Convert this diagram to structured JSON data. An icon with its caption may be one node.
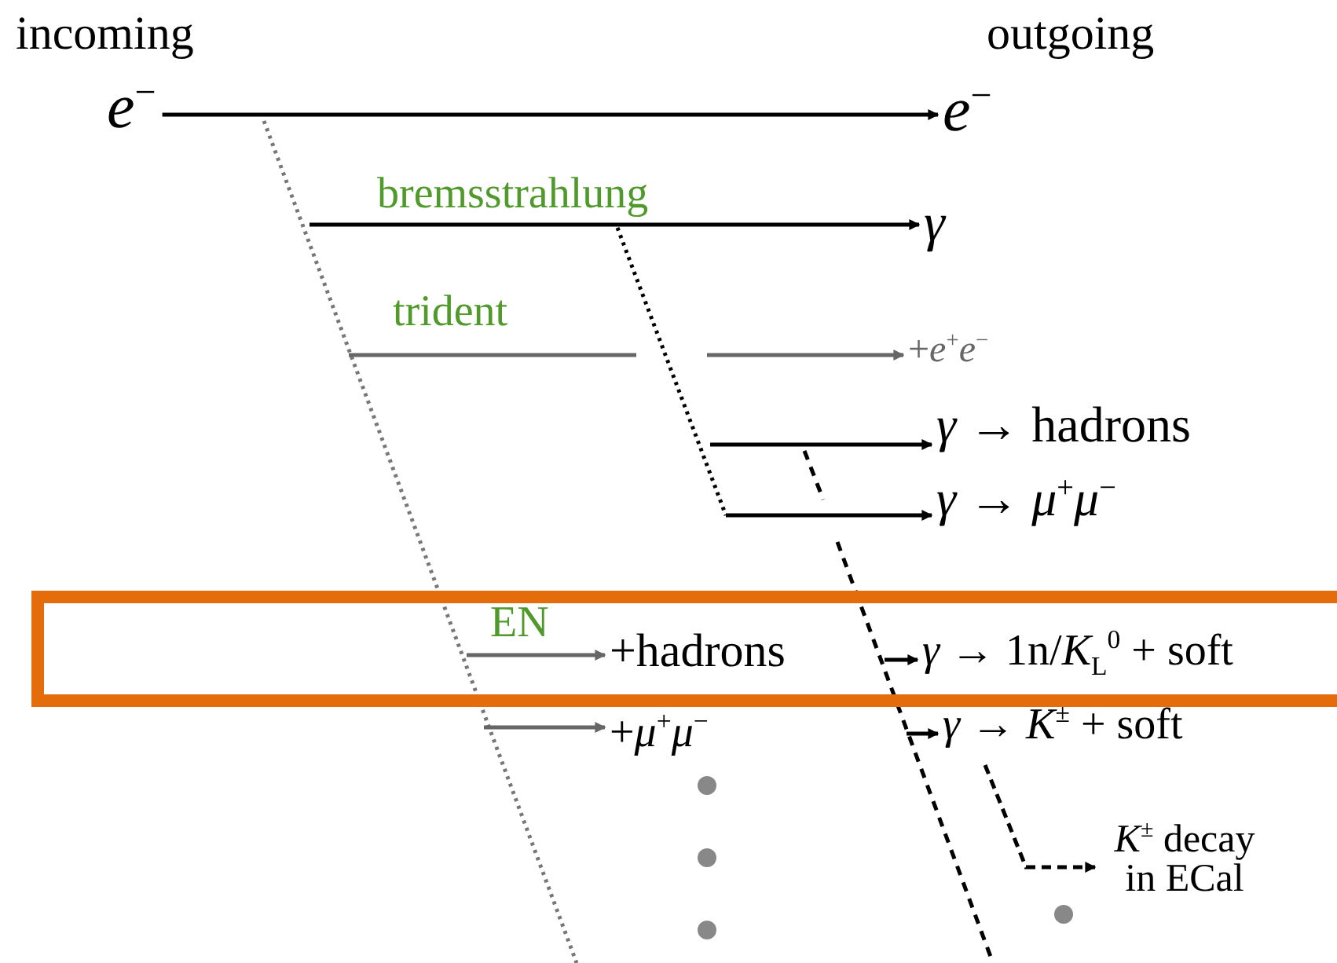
{
  "diagram": {
    "nodes": [
      {
        "text": [
          "*e*$^{−}$"
        ]
      },
      {
        "text": [
          "*e*$^{−}$"
        ]
      },
      {
        "text": [
          "*γ*"
        ]
      },
      {
        "text": [
          "+*e*$^{+}$*e*$^{−}$"
        ]
      },
      {
        "text": [
          "*γ* → hadrons"
        ]
      },
      {
        "text": [
          "*γ* → *μ*$^{+}$*μ*$^{−}$"
        ]
      },
      {
        "text": [
          "+hadrons"
        ]
      },
      {
        "text": [
          "*γ* → 1n/*K*$_{L}$$^{0}$ + soft"
        ]
      },
      {
        "text": [
          "+*μ*$^{+}$*μ*$^{−}$"
        ]
      },
      {
        "text": [
          "*γ* → *K*$^{±}$ + soft"
        ]
      },
      {
        "text": [
          "*K*$^{±}$ decay in ECal"
        ]
      }
    ],
    "edges": [
      {
        "from": 0,
        "to": 1,
        "arrow": "to"
      },
      {
        "from": null,
        "to": 2,
        "arrow": "to",
        "label": "bremsstrahlung"
      },
      {
        "from": null,
        "to": 3,
        "arrow": "to",
        "label": "trident",
        "color": "#666666"
      },
      {
        "from": null,
        "to": 4,
        "arrow": "to"
      },
      {
        "from": null,
        "to": 5,
        "arrow": "to"
      },
      {
        "from": null,
        "to": 6,
        "arrow": "to",
        "label": "EN",
        "color": "#666666"
      },
      {
        "from": null,
        "to": 7,
        "arrow": "to"
      },
      {
        "from": null,
        "to": 8,
        "arrow": "to",
        "color": "#666666"
      },
      {
        "from": null,
        "to": 9,
        "arrow": "to"
      },
      {
        "from": 9,
        "to": 10,
        "arrow": "to",
        "style": "dashed"
      }
    ],
    "labels": [
      "incoming",
      "outgoing"
    ]
  }
}
